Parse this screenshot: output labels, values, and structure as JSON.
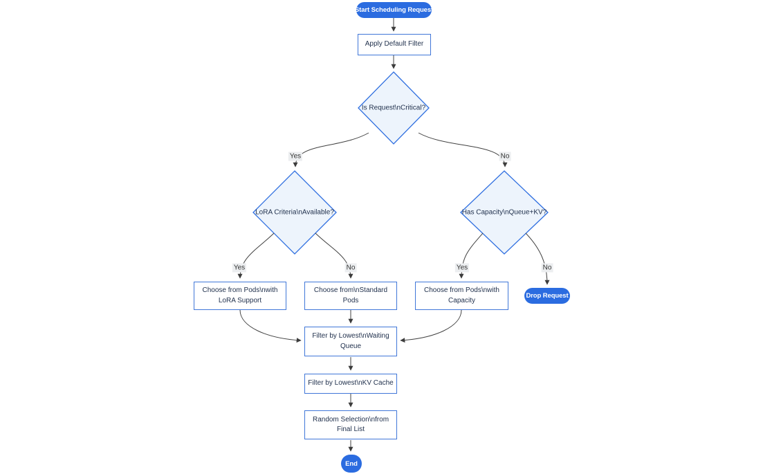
{
  "flowchart": {
    "direction": "top-down",
    "nodes": {
      "start": {
        "shape": "stadium",
        "lines": [
          "Start Scheduling Request"
        ]
      },
      "apply_default_filter": {
        "shape": "rect",
        "lines": [
          "Apply Default Filter"
        ]
      },
      "is_request_critical": {
        "shape": "diamond",
        "lines": [
          "Is Request\\nCritical?"
        ]
      },
      "lora_criteria_available": {
        "shape": "diamond",
        "lines": [
          "LoRA Criteria\\nAvailable?"
        ]
      },
      "has_capacity": {
        "shape": "diamond",
        "lines": [
          "Has Capacity\\nQueue+KV?"
        ]
      },
      "choose_lora_pods": {
        "shape": "rect",
        "lines": [
          "Choose from Pods\\nwith",
          "LoRA Support"
        ]
      },
      "choose_standard_pods": {
        "shape": "rect",
        "lines": [
          "Choose from\\nStandard",
          "Pods"
        ]
      },
      "choose_capacity_pods": {
        "shape": "rect",
        "lines": [
          "Choose from Pods\\nwith",
          "Capacity"
        ]
      },
      "drop_request": {
        "shape": "stadium",
        "lines": [
          "Drop Request"
        ]
      },
      "filter_waiting_queue": {
        "shape": "rect",
        "lines": [
          "Filter by Lowest\\nWaiting",
          "Queue"
        ]
      },
      "filter_kv_cache": {
        "shape": "rect",
        "lines": [
          "Filter by Lowest\\nKV Cache"
        ]
      },
      "random_selection": {
        "shape": "rect",
        "lines": [
          "Random Selection\\nfrom",
          "Final List"
        ]
      },
      "end": {
        "shape": "stadium",
        "lines": [
          "End"
        ]
      }
    },
    "edges": [
      {
        "from": "start",
        "to": "apply_default_filter",
        "label": ""
      },
      {
        "from": "apply_default_filter",
        "to": "is_request_critical",
        "label": ""
      },
      {
        "from": "is_request_critical",
        "to": "lora_criteria_available",
        "label": "Yes"
      },
      {
        "from": "is_request_critical",
        "to": "has_capacity",
        "label": "No"
      },
      {
        "from": "lora_criteria_available",
        "to": "choose_lora_pods",
        "label": "Yes"
      },
      {
        "from": "lora_criteria_available",
        "to": "choose_standard_pods",
        "label": "No"
      },
      {
        "from": "has_capacity",
        "to": "choose_capacity_pods",
        "label": "Yes"
      },
      {
        "from": "has_capacity",
        "to": "drop_request",
        "label": "No"
      },
      {
        "from": "choose_lora_pods",
        "to": "filter_waiting_queue",
        "label": ""
      },
      {
        "from": "choose_standard_pods",
        "to": "filter_waiting_queue",
        "label": ""
      },
      {
        "from": "choose_capacity_pods",
        "to": "filter_waiting_queue",
        "label": ""
      },
      {
        "from": "filter_waiting_queue",
        "to": "filter_kv_cache",
        "label": ""
      },
      {
        "from": "filter_kv_cache",
        "to": "random_selection",
        "label": ""
      },
      {
        "from": "random_selection",
        "to": "end",
        "label": ""
      }
    ],
    "colors": {
      "node_fill_primary": "#2b6ce0",
      "node_text_primary": "#ffffff",
      "rect_fill": "#ffffff",
      "rect_border": "#3f76d8",
      "diamond_fill": "#edf4fc",
      "diamond_border": "#2f6fe0",
      "edge_line": "#404040",
      "edge_label_bg": "#eceef0",
      "text": "#21314d"
    }
  }
}
